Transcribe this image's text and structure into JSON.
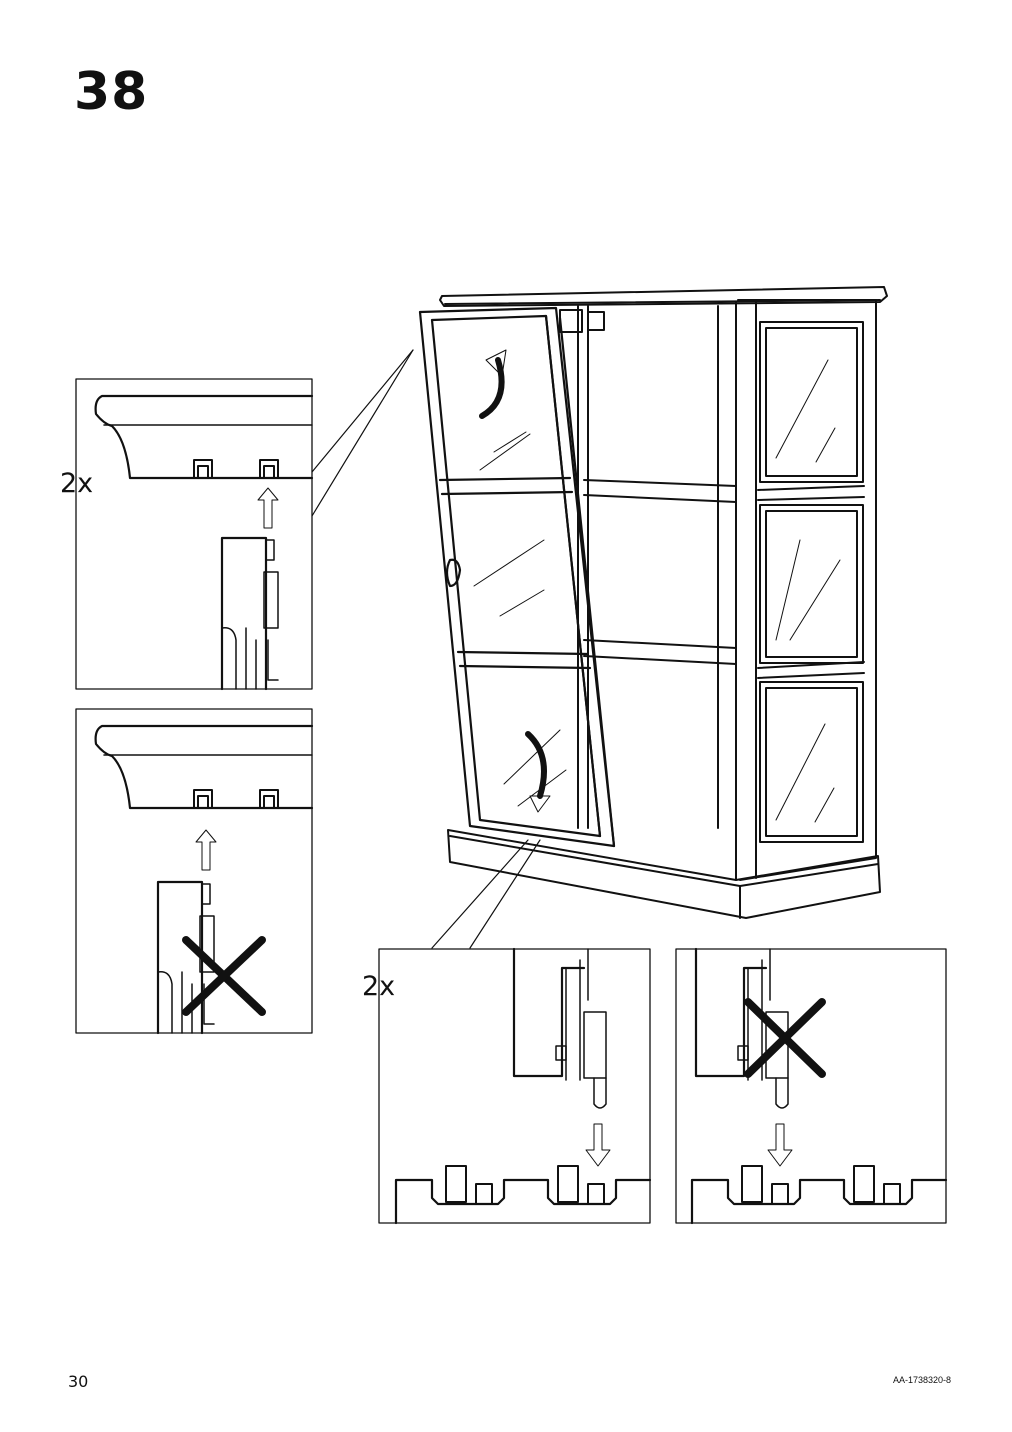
{
  "step": {
    "number": "38"
  },
  "quantities": {
    "top_left": "2x",
    "bottom_center": "2x"
  },
  "footer": {
    "page_number": "30",
    "document_code": "AA-1738320-8"
  },
  "icons": {
    "arrow_up": "arrow-up-icon",
    "arrow_down": "arrow-down-icon",
    "wrong_cross": "cross-icon",
    "rotate_arrow": "curved-arrow-icon"
  }
}
